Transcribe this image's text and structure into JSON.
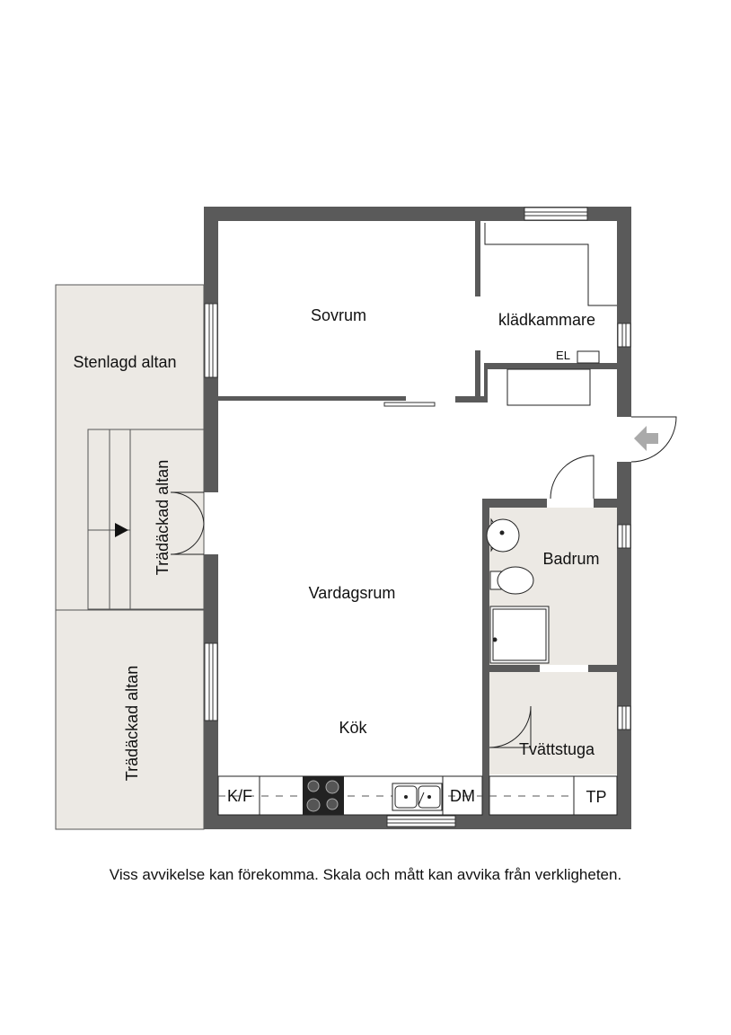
{
  "rooms": {
    "sovrum": "Sovrum",
    "kladkammare": "klädkammare",
    "vardagsrum": "Vardagsrum",
    "kok": "Kök",
    "badrum": "Badrum",
    "tvattstuga": "Tvättstuga",
    "stenlagd_altan": "Stenlagd altan",
    "tradackad_altan_upper": "Trädäckad altan",
    "tradackad_altan_lower": "Trädäckad altan"
  },
  "fixtures": {
    "el": "EL",
    "kf": "K/F",
    "dm": "DM",
    "tp": "TP"
  },
  "disclaimer": "Viss avvikelse kan förekomma. Skala och mått kan avvika från verkligheten.",
  "colors": {
    "wall": "#5a5a5a",
    "terrace": "#ece9e4",
    "wet_room": "#ece9e4",
    "line": "#222222"
  }
}
